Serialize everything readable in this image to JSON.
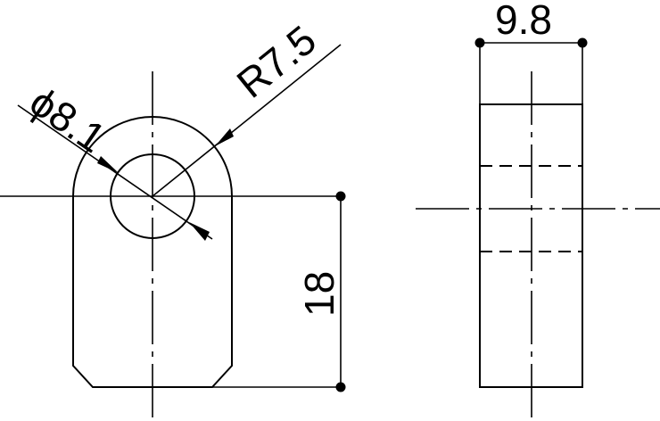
{
  "dimensions": {
    "hole_diameter": "ϕ8.1",
    "outer_radius": "R7.5",
    "height": "18",
    "thickness": "9.8"
  }
}
